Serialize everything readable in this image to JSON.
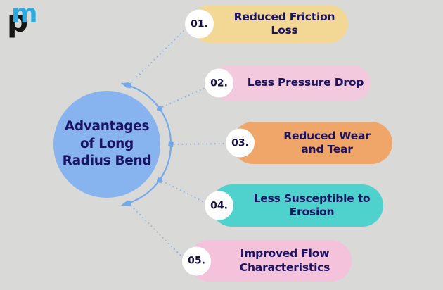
{
  "colors": {
    "background": "#d9d9d7",
    "hub_fill": "#87b3ee",
    "text_navy": "#1b1464",
    "arc_stroke": "#74a9ea",
    "dotted_stroke": "#92b4e4",
    "number_circle_fill": "#ffffff",
    "logo_blue": "#29abe2",
    "logo_black": "#161616"
  },
  "logo": {
    "black_letter": "p",
    "blue_letter": "m"
  },
  "hub": {
    "title": "Advantages of Long Radius Bend"
  },
  "items": [
    {
      "number": "01.",
      "label": "Reduced Friction Loss",
      "color": "#f3d795"
    },
    {
      "number": "02.",
      "label": "Less Pressure Drop",
      "color": "#f3c9de"
    },
    {
      "number": "03.",
      "label": "Reduced Wear and Tear",
      "color": "#f0a569"
    },
    {
      "number": "04.",
      "label": "Less Susceptible to Erosion",
      "color": "#4fd1ce"
    },
    {
      "number": "05.",
      "label": "Improved Flow Characteristics",
      "color": "#f4c3db"
    }
  ]
}
